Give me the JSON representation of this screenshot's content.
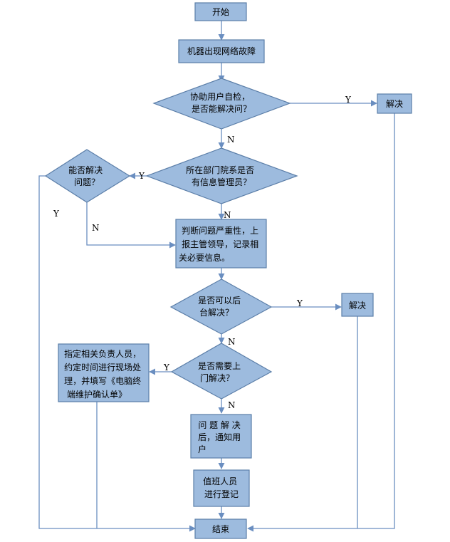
{
  "colors": {
    "fill": "#9dbbde",
    "stroke": "#5b7ea8",
    "line": "#6a8ec0",
    "text": "#000000"
  },
  "nodes": {
    "start": {
      "lines": [
        "开始"
      ]
    },
    "fault": {
      "lines": [
        "机器出现网络故障"
      ]
    },
    "self_check": {
      "lines": [
        "协助用户自检，",
        "是否能解决问？"
      ]
    },
    "solve_1": {
      "lines": [
        "解决"
      ]
    },
    "has_admin": {
      "lines": [
        "所在部门院系是否",
        "有信息管理员？"
      ]
    },
    "admin_can_solve": {
      "lines": [
        "能否解决",
        "问题？"
      ]
    },
    "judge": {
      "lines": [
        "判断问题严重性，上",
        "报主管领导，记录相",
        "关必要信息。"
      ]
    },
    "remote": {
      "lines": [
        "是否可以后",
        "台解决？"
      ]
    },
    "solve_2": {
      "lines": [
        "解决"
      ]
    },
    "onsite": {
      "lines": [
        "是否需要上",
        "门解决？"
      ]
    },
    "assign": {
      "lines": [
        "指定相关负责人员，",
        "约定时间进行现场处",
        "理，并填写《电脑终",
        "端维护确认单》"
      ]
    },
    "notify": {
      "lines": [
        "问 题 解 决",
        "后，通知用",
        "户"
      ]
    },
    "register": {
      "lines": [
        "值班人员",
        "进行登记"
      ]
    },
    "end": {
      "lines": [
        "结束"
      ]
    }
  },
  "edge_labels": {
    "self_check_yes": "Y",
    "self_check_no": "N",
    "has_admin_yes": "Y",
    "has_admin_no": "N",
    "admin_yes": "Y",
    "admin_no": "N",
    "remote_yes": "Y",
    "remote_no": "N",
    "onsite_yes": "Y",
    "onsite_no": "N"
  }
}
